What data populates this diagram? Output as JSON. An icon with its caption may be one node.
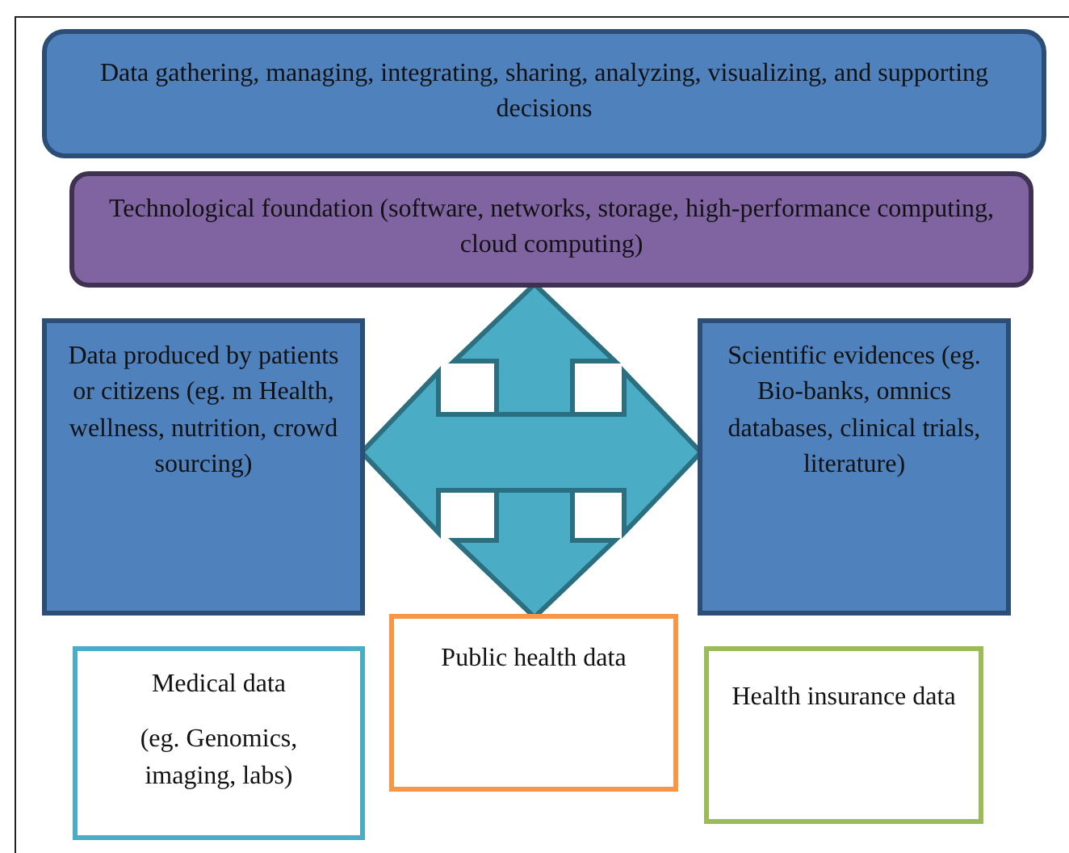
{
  "diagram": {
    "nodes": [
      {
        "text": [
          "Data gathering, managing, integrating, sharing, analyzing, visualizing, and supporting decisions"
        ]
      },
      {
        "text": [
          "Technological foundation (software, networks, storage, high-performance computing, cloud computing)"
        ]
      },
      {
        "text": [
          "Data produced by patients or citizens (eg. m Health, wellness, nutrition, crowd sourcing)"
        ]
      },
      {
        "text": [
          "Scientific evidences (eg. Bio-banks, omnics databases, clinical trials, literature)"
        ]
      },
      {
        "text": [
          "Medical data",
          "(eg. Genomics, imaging, labs)"
        ]
      },
      {
        "text": [
          "Public health data"
        ]
      },
      {
        "text": [
          "Health insurance data"
        ]
      }
    ],
    "edges": [
      {
        "from": 1,
        "to": 5,
        "arrow": "both"
      },
      {
        "from": 2,
        "to": 3,
        "arrow": "both"
      }
    ]
  }
}
